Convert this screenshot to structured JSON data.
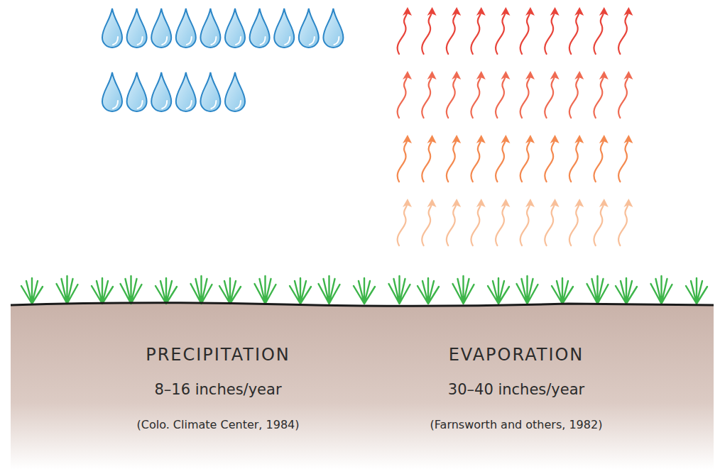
{
  "diagram": {
    "labels": [
      "PRECIPITATION",
      "8–16 inches/year",
      "(Colo. Climate Center, 1984)",
      "EVAPORATION",
      "30–40 inches/year",
      "(Farnsworth and others, 1982)"
    ]
  }
}
